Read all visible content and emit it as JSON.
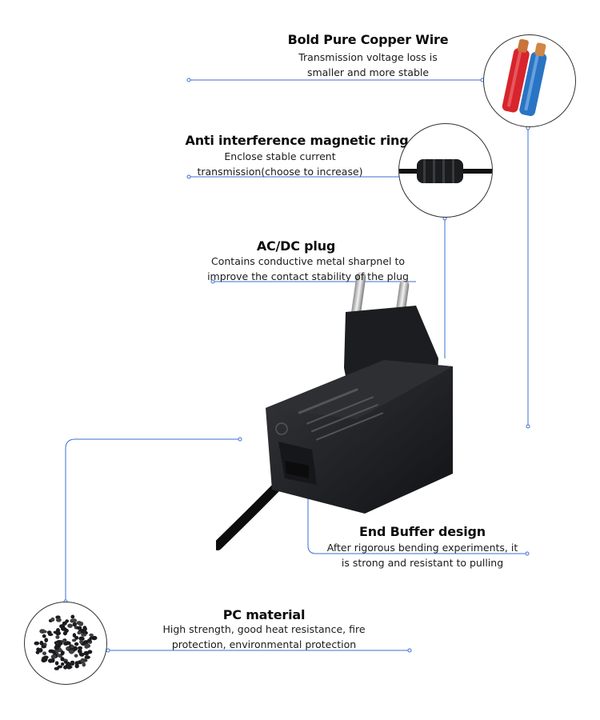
{
  "features": [
    {
      "title": "Bold Pure Copper Wire",
      "desc_lines": [
        "Transmission voltage loss is",
        "smaller and more stable"
      ],
      "icon": "copper-wire-icon"
    },
    {
      "title": "Anti interference magnetic ring",
      "desc_lines": [
        "Enclose stable current",
        "transmission(choose to increase)"
      ],
      "icon": "magnetic-ring-icon"
    },
    {
      "title": "AC/DC plug",
      "desc_lines": [
        "Contains conductive metal sharpnel to",
        "improve the contact stability of the plug"
      ],
      "icon": "plug-icon"
    },
    {
      "title": "End Buffer design",
      "desc_lines": [
        "After rigorous bending experiments, it",
        "is strong and resistant to pulling"
      ],
      "icon": "cable-buffer-icon"
    },
    {
      "title": "PC material",
      "desc_lines": [
        "High strength, good heat resistance, fire",
        "protection, environmental protection"
      ],
      "icon": "pc-granules-icon"
    }
  ],
  "colors": {
    "line": "#3b6fd4",
    "wire_red": "#d8242c",
    "wire_blue": "#2a74c4",
    "copper": "#c8743a",
    "adapter": "#1e1f22"
  }
}
